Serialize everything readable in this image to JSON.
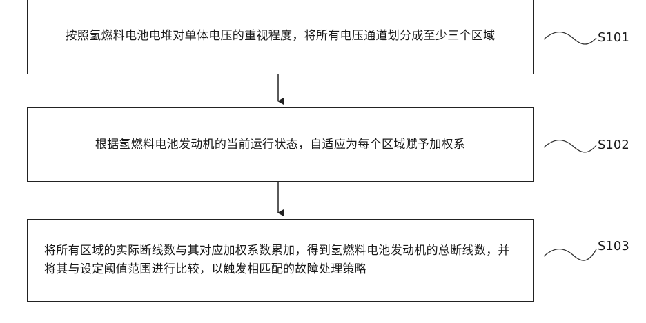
{
  "steps": [
    {
      "id": "S101",
      "text": "按照氢燃料电池电堆对单体电压的重视程度，将所有电压通道划分成至少三个区域"
    },
    {
      "id": "S102",
      "text": "根据氢燃料电池发动机的当前运行状态，自适应为每个区域赋予加权系"
    },
    {
      "id": "S103",
      "text": "将所有区域的实际断线数与其对应加权系数累加，得到氢燃料电池发动机的总断线数，并将其与设定阈值范围进行比较，以触发相匹配的故障处理策略"
    }
  ]
}
